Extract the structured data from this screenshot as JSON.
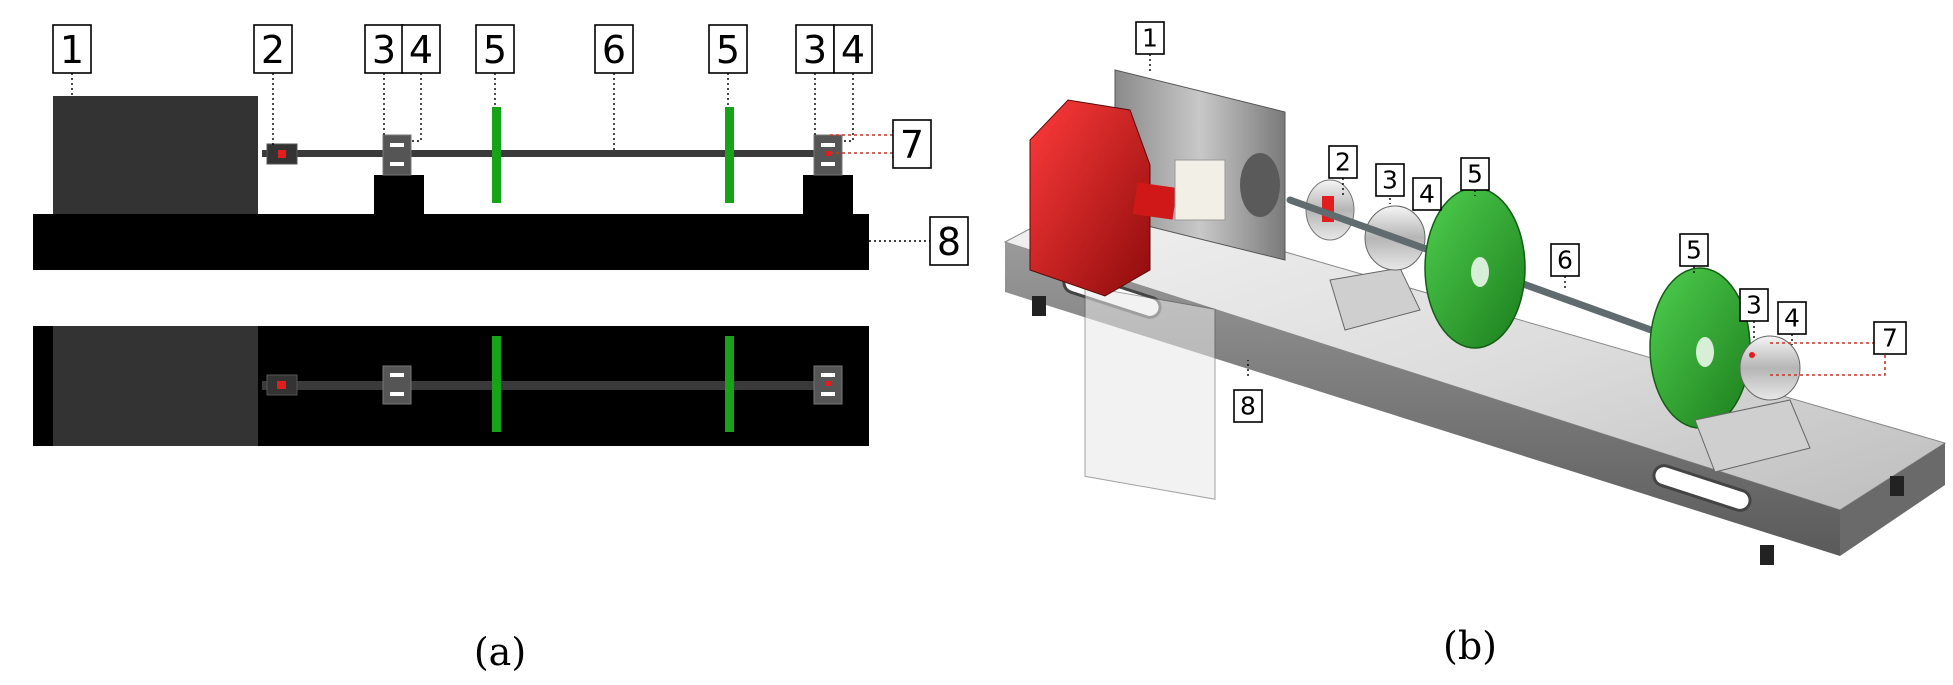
{
  "colors": {
    "housing": "#333333",
    "base": "#000000",
    "shaft": "#3a3a3a",
    "disk": "#17a317",
    "coupling_red": "#e11d1d",
    "motor_red": "#c81515",
    "frame_grey": "#c9c9c9",
    "leader_red": "#c0392b"
  },
  "panel_a": {
    "caption": "(a)",
    "labels": {
      "l1": "1",
      "l2": "2",
      "l3a": "3",
      "l4a": "4",
      "l5a": "5",
      "l6": "6",
      "l5b": "5",
      "l3b": "3",
      "l4b": "4",
      "l7": "7",
      "l8": "8"
    }
  },
  "panel_b": {
    "caption": "(b)",
    "labels": {
      "l1": "1",
      "l2": "2",
      "l3a": "3",
      "l4a": "4",
      "l5a": "5",
      "l6": "6",
      "l5b": "5",
      "l3b": "3",
      "l4b": "4",
      "l7": "7",
      "l8": "8"
    }
  }
}
